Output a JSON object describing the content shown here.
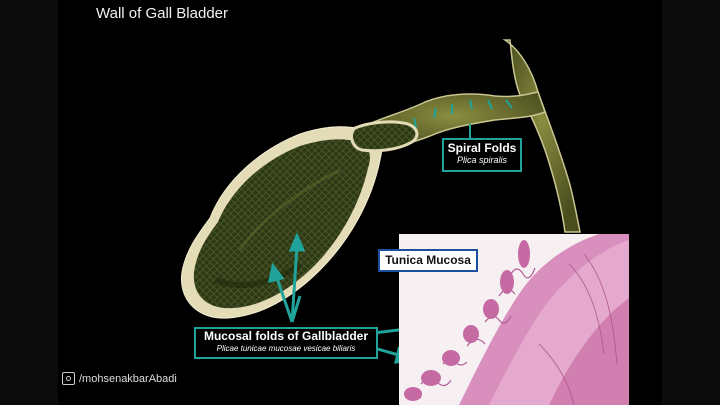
{
  "title": "Wall of Gall Bladder",
  "labels": {
    "spiral_folds": {
      "main": "Spiral Folds",
      "sub": "Plica spiralis"
    },
    "tunica_mucosa": {
      "main": "Tunica Mucosa"
    },
    "mucosal_folds": {
      "main": "Mucosal folds of Gallbladder",
      "sub": "Plicae tunicae mucosae vesicae biliaris"
    }
  },
  "watermark": {
    "handle": "/mohsenakbarAbadi",
    "icon": "instagram-icon"
  },
  "colors": {
    "background": "#000000",
    "gallbladder_wall": "#e3dcb6",
    "mucosa": "#2f3a17",
    "duct": "#6c7030",
    "accent": "#1fa39a",
    "histology_tissue": "#d98fbd"
  }
}
